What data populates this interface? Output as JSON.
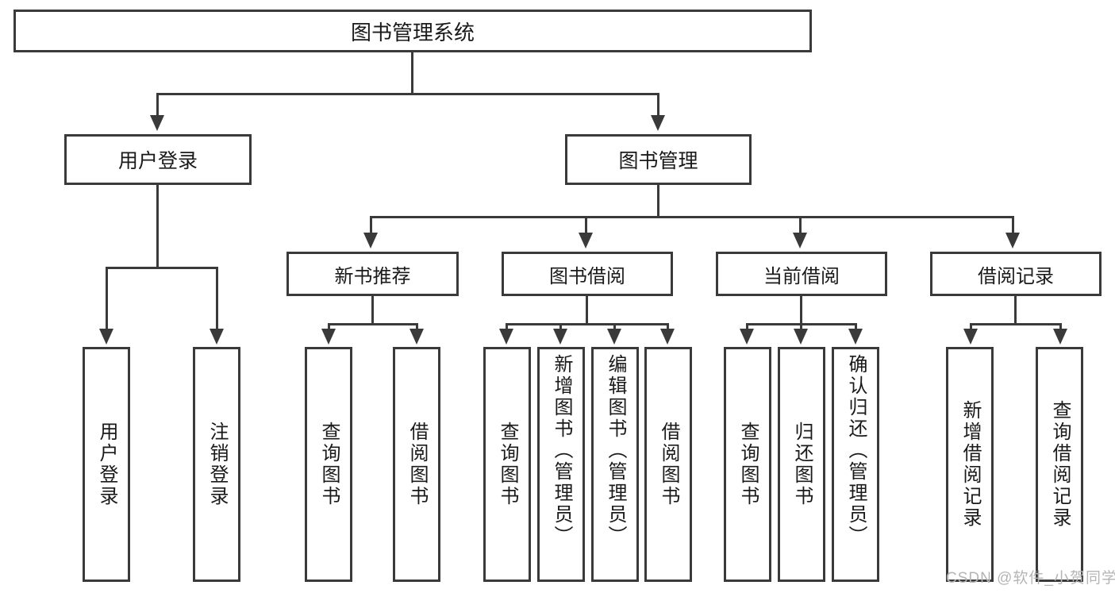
{
  "diagram": {
    "title": "图书管理系统",
    "root": {
      "label": "图书管理系统"
    },
    "level2": [
      {
        "label": "用户登录"
      },
      {
        "label": "图书管理"
      }
    ],
    "level3": [
      {
        "label": "新书推荐"
      },
      {
        "label": "图书借阅"
      },
      {
        "label": "当前借阅"
      },
      {
        "label": "借阅记录"
      }
    ],
    "leaves": {
      "user_login": [
        {
          "label": "用户登录"
        },
        {
          "label": "注销登录"
        }
      ],
      "new_book_recommend": [
        {
          "label": "查询图书"
        },
        {
          "label": "借阅图书"
        }
      ],
      "book_borrow": [
        {
          "label": "查询图书"
        },
        {
          "label": "新增图书（管理员）"
        },
        {
          "label": "编辑图书（管理员）"
        },
        {
          "label": "借阅图书"
        }
      ],
      "current_borrow": [
        {
          "label": "查询图书"
        },
        {
          "label": "归还图书"
        },
        {
          "label": "确认归还（管理员）"
        }
      ],
      "borrow_record": [
        {
          "label": "新增借阅记录"
        },
        {
          "label": "查询借阅记录"
        }
      ]
    }
  },
  "watermark": {
    "text": "CSDN @软件_小贺同学"
  },
  "colors": {
    "stroke": "#3a3a3a",
    "fill": "#ffffff",
    "text": "#1a1a1a",
    "watermark": "#b5b5b5"
  }
}
